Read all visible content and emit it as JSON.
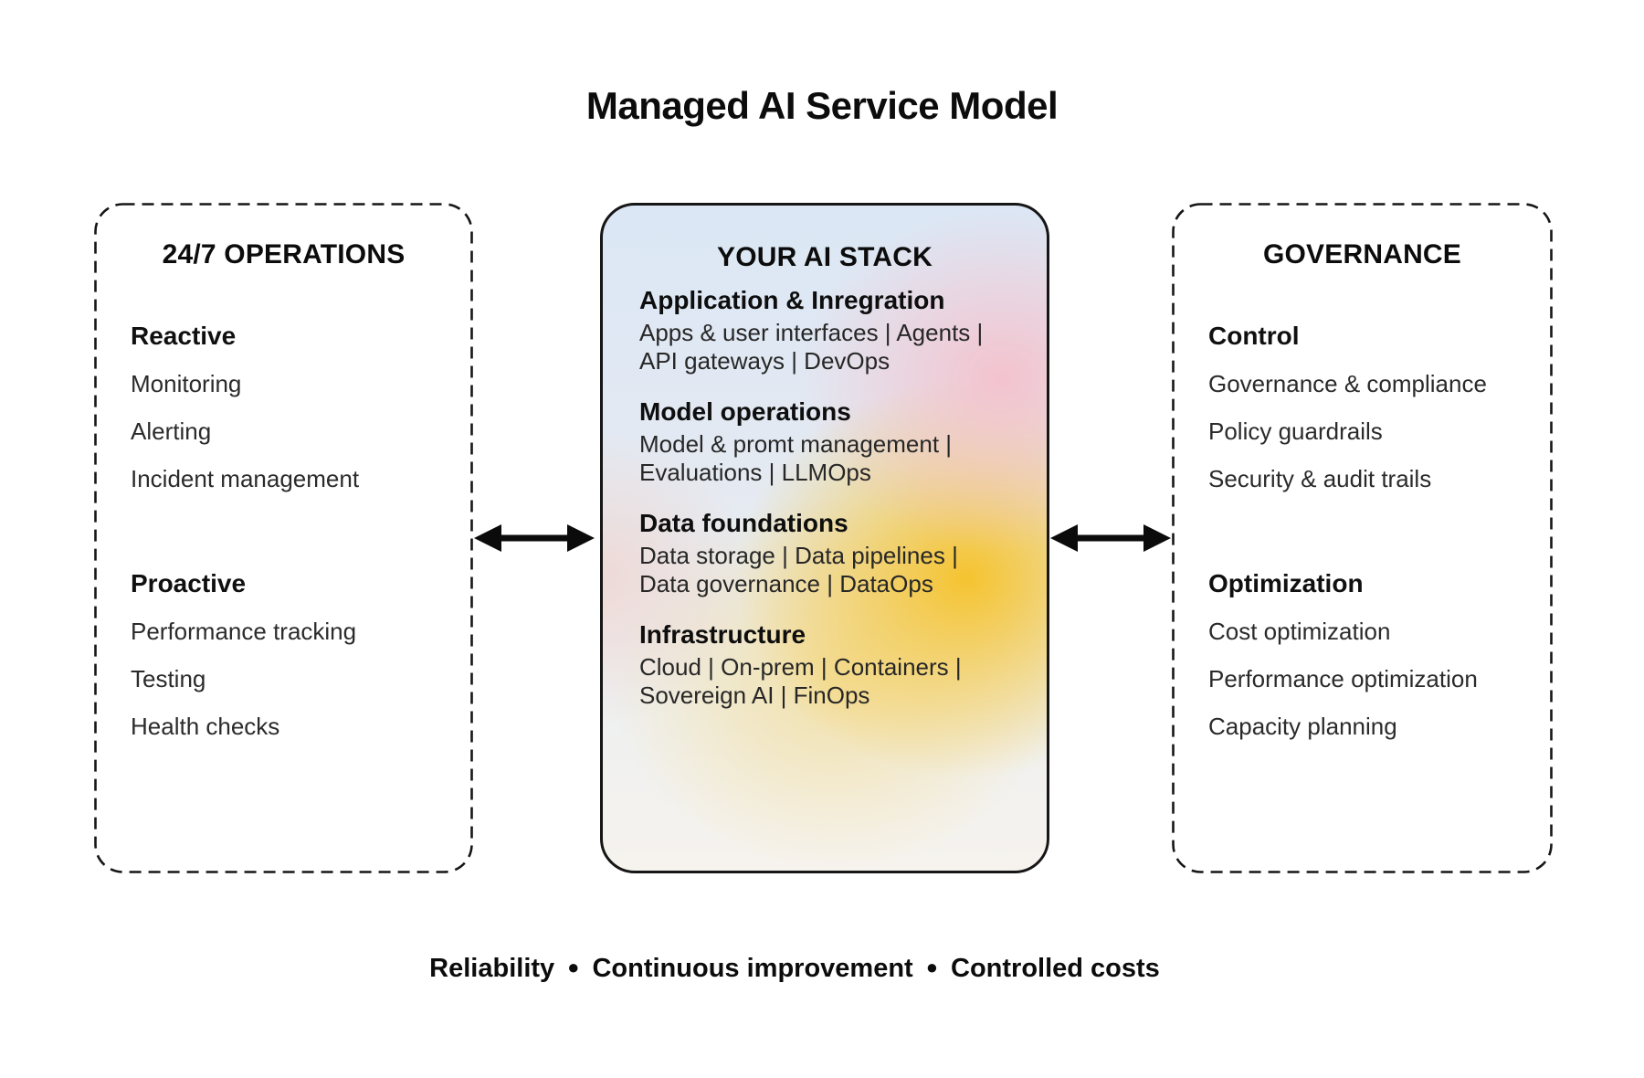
{
  "title": "Managed AI Service Model",
  "panels": {
    "left": {
      "title": "24/7 OPERATIONS",
      "groups": [
        {
          "heading": "Reactive",
          "items": [
            "Monitoring",
            "Alerting",
            "Incident management"
          ]
        },
        {
          "heading": "Proactive",
          "items": [
            "Performance tracking",
            "Testing",
            "Health checks"
          ]
        }
      ]
    },
    "center": {
      "title": "YOUR AI STACK",
      "sections": [
        {
          "heading": "Application & Inregration",
          "lines": [
            "Apps & user interfaces | Agents |",
            "API gateways | DevOps"
          ]
        },
        {
          "heading": "Model operations",
          "lines": [
            "Model & promt management |",
            "Evaluations | LLMOps"
          ]
        },
        {
          "heading": "Data foundations",
          "lines": [
            "Data storage | Data pipelines |",
            "Data governance | DataOps"
          ]
        },
        {
          "heading": "Infrastructure",
          "lines": [
            "Cloud | On-prem | Containers |",
            "Sovereign AI | FinOps"
          ]
        }
      ]
    },
    "right": {
      "title": "GOVERNANCE",
      "groups": [
        {
          "heading": "Control",
          "items": [
            "Governance & compliance",
            "Policy guardrails",
            "Security & audit trails"
          ]
        },
        {
          "heading": "Optimization",
          "items": [
            "Cost optimization",
            "Performance optimization",
            "Capacity planning"
          ]
        }
      ]
    }
  },
  "tagline": {
    "separator": "●",
    "parts": [
      "Reliability",
      "Continuous improvement",
      "Controlled costs"
    ]
  },
  "colors": {
    "text": "#111111",
    "item_text": "#2b2b2b",
    "border": "#161616",
    "gradient_blue": "#dbe7f5",
    "gradient_pink": "#f4c1cc",
    "gradient_gold": "#f6c228",
    "gradient_warm_white": "#f6f3ee"
  }
}
